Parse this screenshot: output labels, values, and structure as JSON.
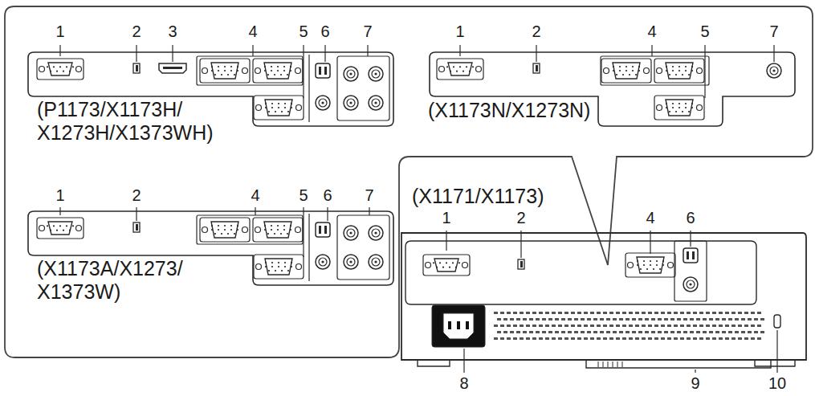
{
  "diagram": {
    "labels": [
      "1",
      "2",
      "3",
      "4",
      "5",
      "6",
      "7",
      "(P1173/X1173H/ X1273H/X1373WH)",
      "1",
      "2",
      "4",
      "5",
      "7",
      "(X1173N/X1273N)",
      "1",
      "2",
      "4",
      "5",
      "6",
      "7",
      "(X1173A/X1273/ X1373W)",
      "(X1171/X1173)",
      "1",
      "2",
      "4",
      "6",
      "8",
      "9",
      "10"
    ]
  }
}
